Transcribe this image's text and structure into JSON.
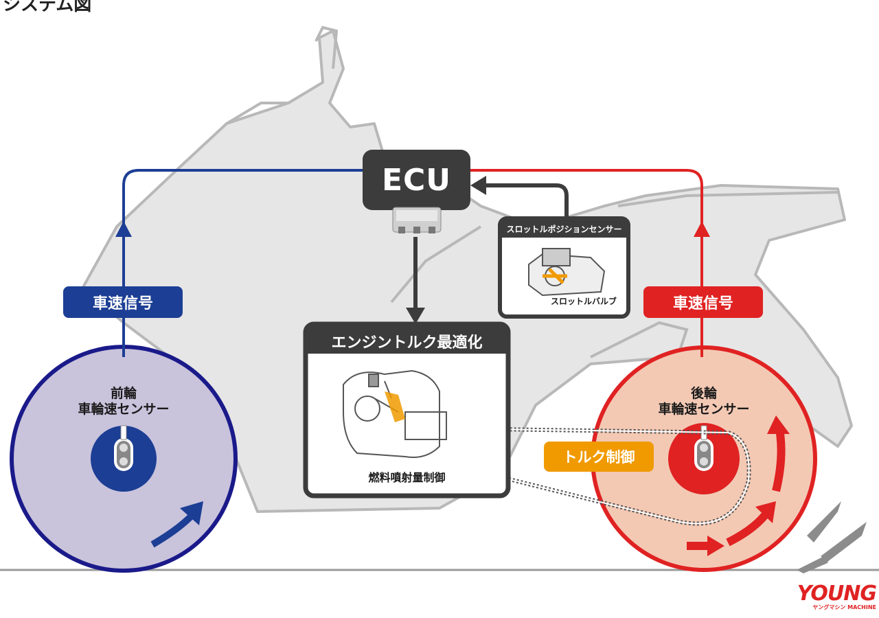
{
  "header": {
    "partial_title": "システム図"
  },
  "ecu": {
    "label": "ECU"
  },
  "front": {
    "signal_label": "車速信号",
    "sensor_line1": "前輪",
    "sensor_line2": "車輪速センサー"
  },
  "rear": {
    "signal_label": "車速信号",
    "sensor_line1": "後輪",
    "sensor_line2": "車輪速センサー"
  },
  "engine": {
    "title": "エンジントルク最適化",
    "caption": "燃料噴射量制御"
  },
  "throttle": {
    "title": "スロットルポジションセンサー",
    "caption": "スロットルバルブ"
  },
  "torque": {
    "label": "トルク制御"
  },
  "logo": {
    "main": "YOUNG",
    "sub": "ヤングマシン MACHINE"
  },
  "colors": {
    "blue": "#1c3e94",
    "red": "#e02222",
    "orange": "#f09a00",
    "dark": "#3c3c3c",
    "bike_fill": "#e6e6e6",
    "front_wheel_fill": "#c9c3dc",
    "rear_wheel_fill": "#f3c9b4"
  }
}
